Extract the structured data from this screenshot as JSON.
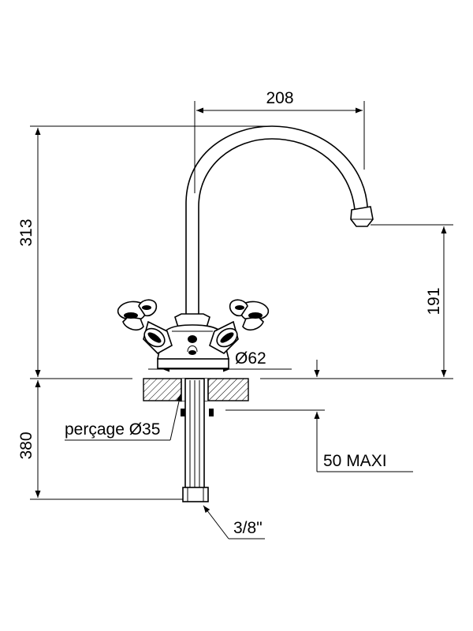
{
  "dimensions": {
    "spout_reach": "208",
    "overall_height": "313",
    "outlet_height": "191",
    "base_diameter": "Ø62",
    "drilling": "perçage Ø35",
    "under_counter_length": "380",
    "max_thickness": "50 MAXI",
    "connection": "3/8\""
  },
  "colors": {
    "line": "#000000",
    "background": "#ffffff"
  }
}
